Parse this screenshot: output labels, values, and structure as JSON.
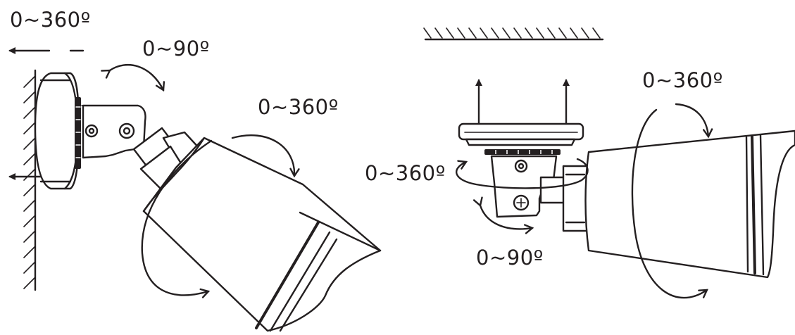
{
  "labels": {
    "wall_rotation": "0~360º",
    "wall_tilt": "0~90º",
    "wall_barrel_rotation": "0~360º",
    "ceiling_barrel_rotation": "0~360º",
    "ceiling_base_rotation": "0~360º",
    "ceiling_tilt": "0~90º"
  },
  "colors": {
    "line": "#231f20",
    "background": "#ffffff"
  }
}
